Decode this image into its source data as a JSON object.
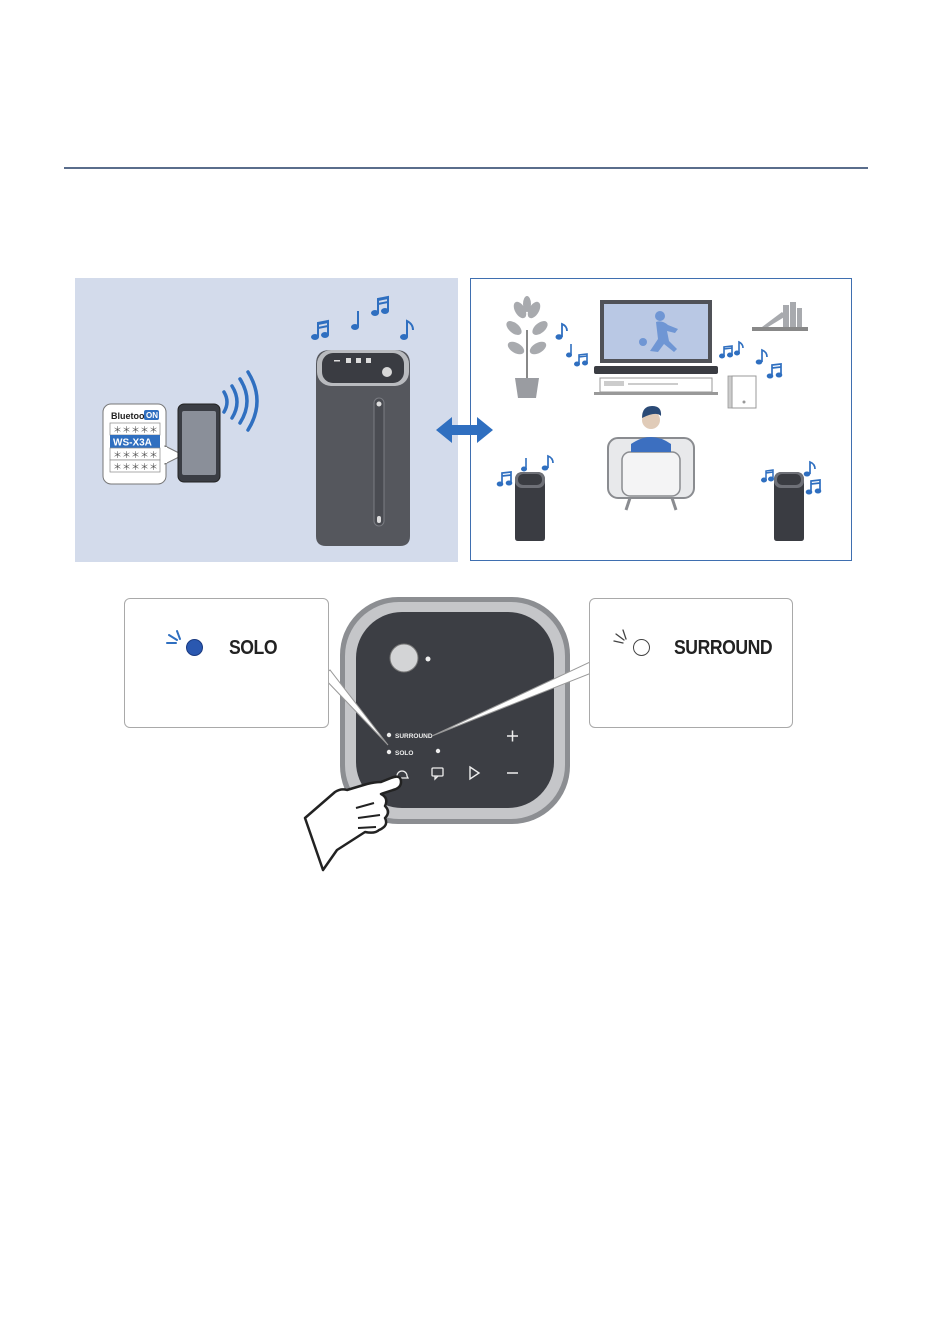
{
  "phone_screen": {
    "bluetooth_label": "Bluetooth",
    "bluetooth_state": "ON",
    "masked_entry": "＊＊＊＊＊",
    "device_name": "WS-X3A"
  },
  "control_panel": {
    "surround_label": "SURROUND",
    "solo_label": "SOLO"
  },
  "callouts": {
    "solo_mode": "SOLO",
    "surround_mode": "SURROUND"
  },
  "colors": {
    "accent_blue": "#2f6fc0",
    "panel_bg": "#d3dbeb",
    "panel_border": "#3f6fb0",
    "rule": "#5a6d8c",
    "led_blue": "#2a58b0"
  },
  "icons": [
    "music-note-icon",
    "bluetooth-wave-icon",
    "double-arrow-icon",
    "hand-pointer-icon",
    "link-icon",
    "voice-icon",
    "play-icon",
    "plus-icon",
    "minus-icon"
  ]
}
